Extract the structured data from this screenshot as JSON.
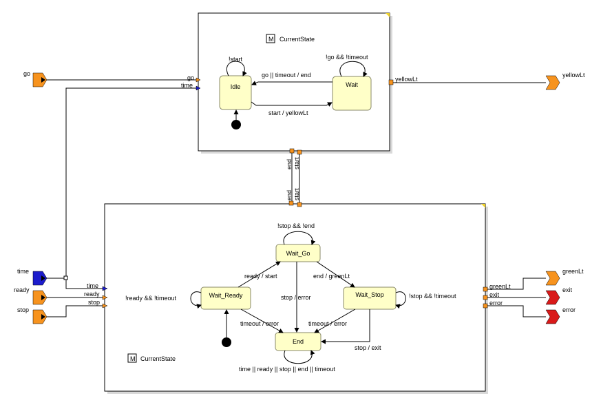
{
  "colors": {
    "port_orange": "#f7931e",
    "port_blue": "#1c1ccc",
    "port_red": "#d91a1a",
    "state_fill": "#ffffc8"
  },
  "top_block": {
    "title": "CurrentState",
    "m_badge": "M",
    "inputs": [
      "go",
      "time"
    ],
    "output": "yellowLt",
    "bottom_ports": [
      "end",
      "start"
    ],
    "states": [
      "Idle",
      "Wait"
    ],
    "transitions": {
      "idle_self": "!start",
      "wait_self": "!go && !timeout",
      "wait_to_idle": "go || timeout / end",
      "idle_to_wait": "start / yellowLt"
    }
  },
  "bottom_block": {
    "title": "CurrentState",
    "m_badge": "M",
    "inputs": [
      "time",
      "ready",
      "stop"
    ],
    "outputs": [
      "greenLt",
      "exit",
      "error"
    ],
    "top_ports": [
      "end",
      "start"
    ],
    "states": [
      "Wait_Go",
      "Wait_Ready",
      "Wait_Stop",
      "End"
    ],
    "transitions": {
      "waitgo_self": "!stop && !end",
      "ready_to_go": "ready / start",
      "go_to_stop": "end / greenLt",
      "waitready_self": "!ready && !timeout",
      "go_to_end": "stop / error",
      "waitstop_self": "!stop && !timeout",
      "ready_to_end": "timeout / error",
      "stop_to_end_a": "timeout / error",
      "stop_to_end_b": "stop / exit",
      "end_self": "time || ready ||  stop || end || timeout"
    }
  },
  "external_inputs": [
    "go",
    "time",
    "ready",
    "stop"
  ],
  "external_outputs": [
    "yellowLt",
    "greenLt",
    "exit",
    "error"
  ]
}
